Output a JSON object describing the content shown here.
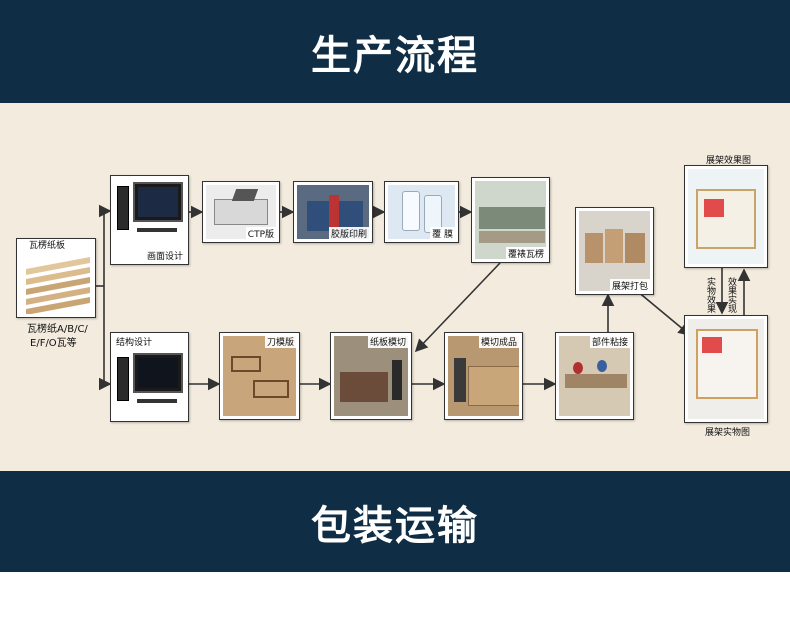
{
  "banners": {
    "top": "生产流程",
    "bottom": "包装运输"
  },
  "nodes": {
    "corrugated": {
      "title": "瓦楞纸板",
      "caption_line1": "瓦楞纸A/B/C/",
      "caption_line2": "E/F/O瓦等"
    },
    "graphic_design": {
      "label": "画面设计"
    },
    "ctp": {
      "label": "CTP版"
    },
    "offset_print": {
      "label": "胶版印刷"
    },
    "laminate_film": {
      "label": "覆 膜"
    },
    "laminate_corrugated": {
      "label": "覆裱瓦楞"
    },
    "structure_design": {
      "label": "结构设计"
    },
    "die_board": {
      "label": "刀模版"
    },
    "die_cut": {
      "label": "纸板模切"
    },
    "die_cut_product": {
      "label": "模切成品"
    },
    "part_glue": {
      "label": "部件粘接"
    },
    "pack": {
      "label": "展架打包"
    },
    "effect_view": {
      "label": "展架效果图"
    },
    "real_view": {
      "label": "展架实物图"
    },
    "effect_real": {
      "label": "效果实现"
    },
    "real_effect": {
      "label": "实物效果"
    }
  },
  "colors": {
    "banner": "#0f2d44",
    "panel": "#f3ebde",
    "arrow": "#333333"
  }
}
